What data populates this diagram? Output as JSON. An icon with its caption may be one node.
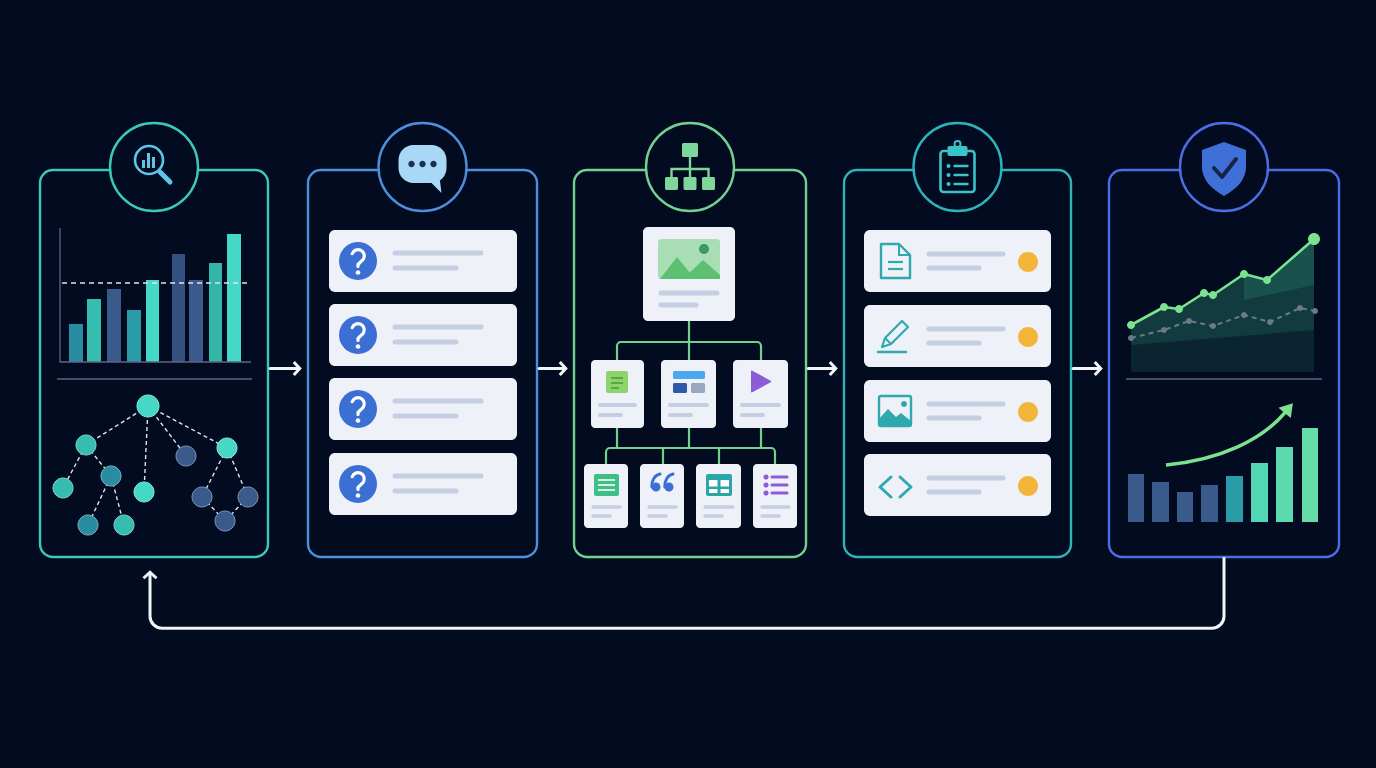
{
  "diagram": {
    "nodes": [
      {
        "text": [],
        "shape": "box"
      },
      {
        "text": [],
        "shape": "box"
      },
      {
        "text": [],
        "shape": "box"
      },
      {
        "text": [],
        "shape": "box"
      },
      {
        "text": [],
        "shape": "box"
      }
    ],
    "edges": [
      {
        "from": 0,
        "to": 1,
        "arrow": "to"
      },
      {
        "from": 1,
        "to": 2,
        "arrow": "to"
      },
      {
        "from": 2,
        "to": 3,
        "arrow": "to"
      },
      {
        "from": 3,
        "to": 4,
        "arrow": "to"
      },
      {
        "from": 4,
        "to": 0,
        "arrow": "to"
      }
    ]
  }
}
